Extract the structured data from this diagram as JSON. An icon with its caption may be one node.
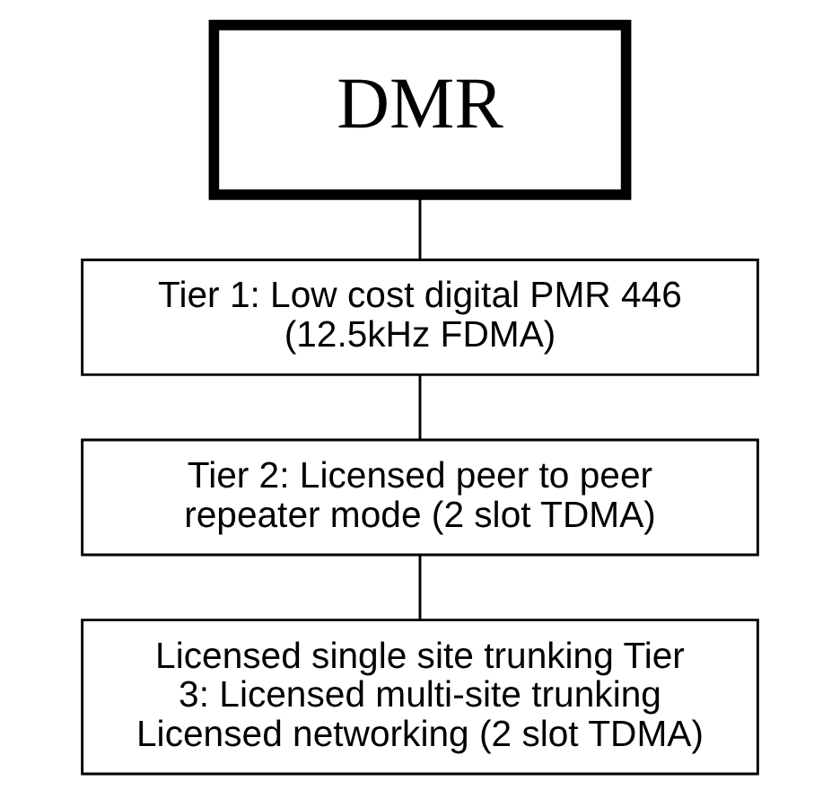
{
  "diagram": {
    "nodes": [
      {
        "text": [
          "DMR"
        ]
      },
      {
        "text": [
          "Tier 1: Low cost digital PMR 446 (12.5kHz FDMA)"
        ]
      },
      {
        "text": [
          "Tier 2: Licensed peer to peer repeater mode (2 slot TDMA)"
        ]
      },
      {
        "text": [
          "Licensed single site trunking Tier 3: Licensed multi-site trunking Licensed networking (2 slot TDMA)"
        ]
      }
    ],
    "edges": [
      {
        "from": 0,
        "to": 1,
        "arrow": "none"
      },
      {
        "from": 1,
        "to": 2,
        "arrow": "none"
      },
      {
        "from": 2,
        "to": 3,
        "arrow": "none"
      }
    ]
  }
}
